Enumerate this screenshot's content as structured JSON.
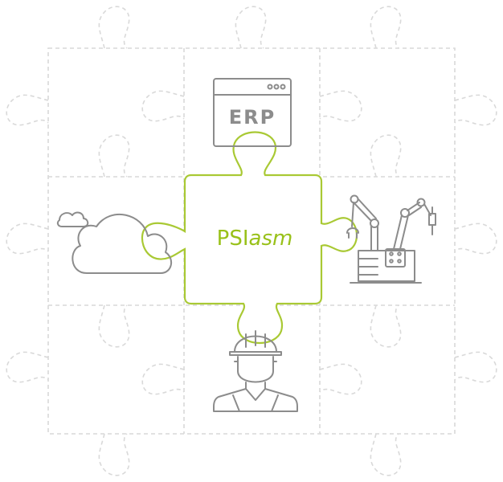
{
  "center": {
    "brand": "PSI",
    "suffix": "asm"
  },
  "erp": {
    "label": "ERP"
  },
  "icons": {
    "top": "erp-window-icon",
    "left": "cloud-icon",
    "right": "industrial-robot-icon",
    "bottom": "worker-icon"
  },
  "colors": {
    "accent": "#99c11a",
    "icon": "#8c8c8c",
    "puzzle_outline": "#d9d9d9"
  }
}
